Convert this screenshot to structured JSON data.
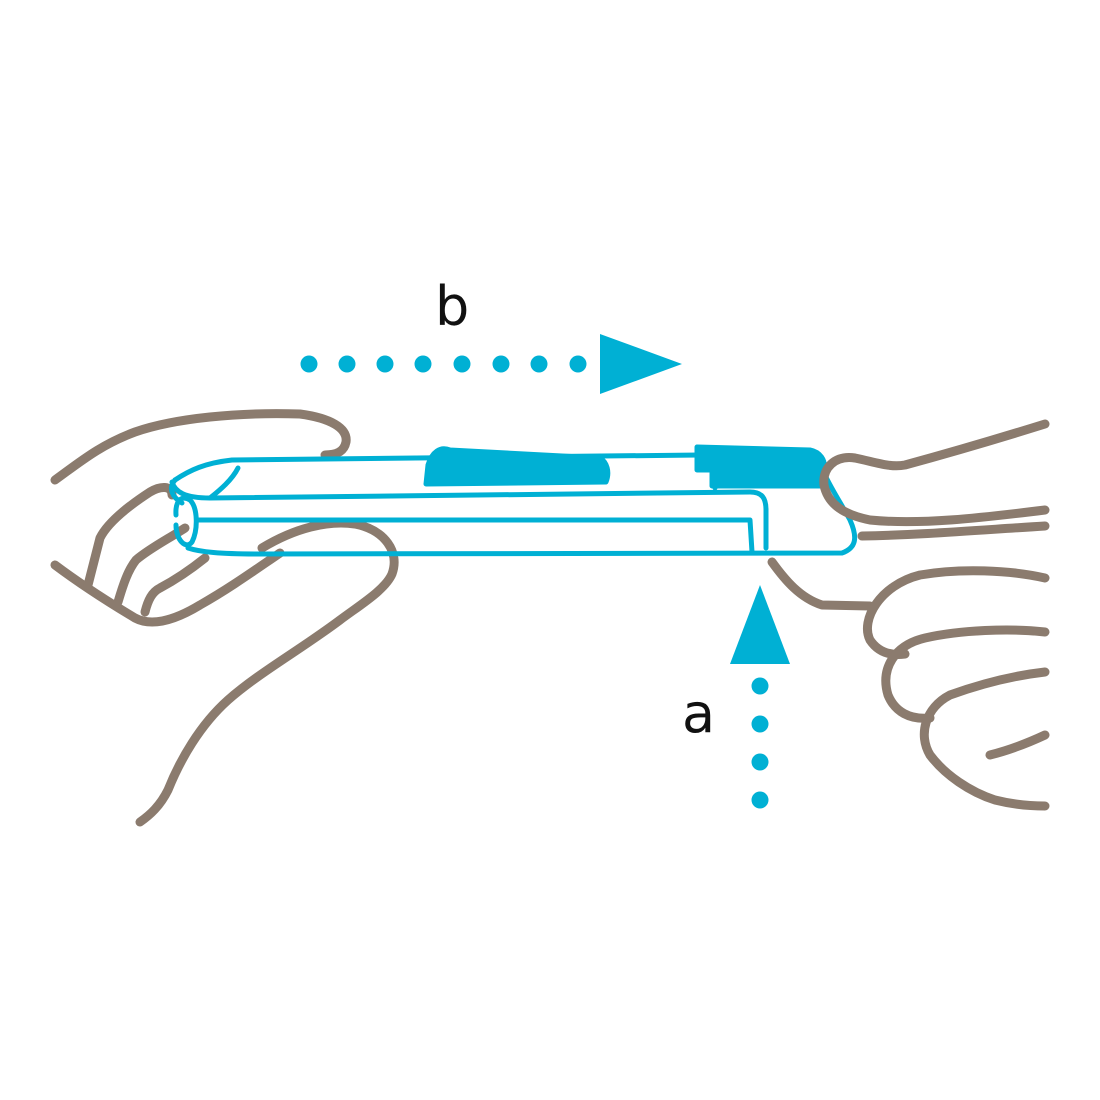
{
  "labels": {
    "a": "a",
    "b": "b"
  },
  "colors": {
    "device": "#00b0d4",
    "hand": "#8b7b6e",
    "arrow": "#00b0d4",
    "text": "#111111",
    "background": "#ffffff"
  },
  "arrows": [
    {
      "label": "b",
      "direction": "right"
    },
    {
      "label": "a",
      "direction": "up"
    }
  ]
}
